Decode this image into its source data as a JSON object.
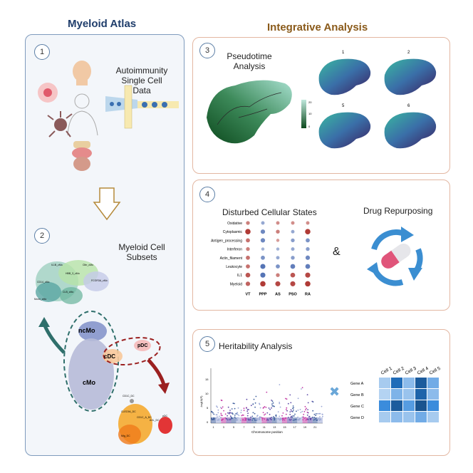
{
  "headers": {
    "left": "Myeloid Atlas",
    "right": "Integrative Analysis"
  },
  "colors": {
    "left_header": "#1f3d6b",
    "right_header": "#8a5a1a",
    "left_panel_border": "#7f9bbd",
    "right_panel_border": "#e3b7a2"
  },
  "panel1": {
    "number": "1",
    "title_line1": "Autoimmunity",
    "title_line2": "Single Cell",
    "title_line3": "Data"
  },
  "panel2": {
    "number": "2",
    "title_line1": "Myeloid Cell",
    "title_line2": "Subsets",
    "clusters": {
      "ncMo": "ncMo",
      "cMo": "cMo",
      "cDC": "cDC",
      "pDC": "pDC"
    },
    "tiny_labels": [
      "IL1B_cMo",
      "Clbr_cMo",
      "HBB_3_cMo",
      "CD14_cMo",
      "CLB_cMo",
      "Mono_cMo",
      "FCGR3A_cMo",
      "CD1C_DC",
      "pDC",
      "AXL_DC",
      "CLEC9A_DC",
      "Mig_DC",
      "CD1C_A_DC"
    ]
  },
  "panel3": {
    "number": "3",
    "title_line1": "Pseudotime",
    "title_line2": "Analysis",
    "colorbar_ticks": [
      "20",
      "10",
      "0"
    ],
    "umap_titles": [
      "1",
      "2",
      "5",
      "6"
    ]
  },
  "panel4": {
    "number": "4",
    "title": "Disturbed Cellular States",
    "ampersand": "&",
    "drug_title": "Drug Repurposing",
    "rows": [
      "Oxidative",
      "Cytoplasmic",
      "Antigen_processing",
      "Interferon",
      "Actin_filament",
      "Leukocyte",
      "IL1",
      "Myeloid"
    ],
    "cols": [
      "VT",
      "PPP",
      "AS",
      "PSO",
      "RA"
    ],
    "values": [
      [
        0.4,
        -0.3,
        0.3,
        0.3,
        0.3
      ],
      [
        0.9,
        -0.6,
        0.4,
        -0.3,
        0.9
      ],
      [
        0.5,
        -0.6,
        0.2,
        -0.4,
        -0.5
      ],
      [
        0.4,
        -0.2,
        -0.2,
        -0.3,
        -0.4
      ],
      [
        0.5,
        -0.5,
        -0.3,
        -0.4,
        -0.6
      ],
      [
        0.5,
        -0.8,
        -0.5,
        -0.7,
        -0.7
      ],
      [
        0.7,
        -0.8,
        0.4,
        0.7,
        0.8
      ],
      [
        0.6,
        0.9,
        0.8,
        0.8,
        0.9
      ]
    ]
  },
  "panel5": {
    "number": "5",
    "title": "Heritability Analysis",
    "ylabel": "-log10(P)",
    "xlabel": "Chromosome position",
    "yticks": [
      "15",
      "10",
      "5",
      "0"
    ],
    "chrom_labels": [
      "1",
      "3",
      "5",
      "7",
      "9",
      "11",
      "13",
      "15",
      "17",
      "19",
      "21"
    ],
    "times": "✖",
    "cells": [
      "Cell 1",
      "Cell 2",
      "Cell 3",
      "Cell 4",
      "Cell 5"
    ],
    "genes": [
      "Gene A",
      "Gene B",
      "Gene C",
      "Gene D"
    ],
    "heat": [
      [
        0.2,
        0.8,
        0.3,
        0.9,
        0.4
      ],
      [
        0.15,
        0.35,
        0.25,
        0.85,
        0.3
      ],
      [
        0.6,
        0.9,
        0.5,
        0.95,
        0.6
      ],
      [
        0.2,
        0.3,
        0.25,
        0.4,
        0.2
      ]
    ]
  }
}
